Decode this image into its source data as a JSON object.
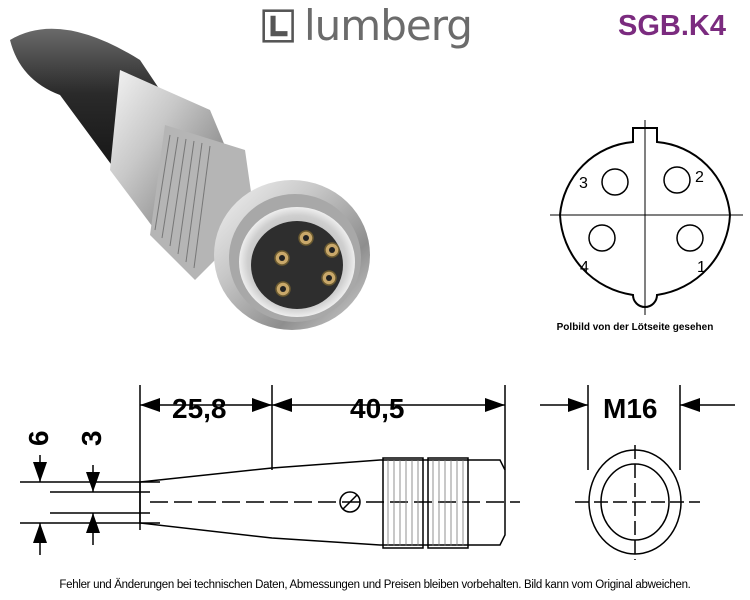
{
  "brand": {
    "name": "lumberg"
  },
  "product": {
    "model_code": "SGB.K4",
    "model_color": "#7b2b7f"
  },
  "pinout": {
    "pins": [
      "1",
      "2",
      "3",
      "4"
    ],
    "caption": "Polbild von der Lötseite gesehen"
  },
  "drawing": {
    "dim_cable_section": "25,8",
    "dim_body_length": "40,5",
    "dim_thread": "M16",
    "dim_outer_diameter": "6",
    "dim_inner_diameter": "3"
  },
  "footer": {
    "disclaimer": "Fehler und Änderungen bei technischen Daten, Abmessungen und Preisen bleiben vorbehalten. Bild kann vom Original abweichen."
  }
}
